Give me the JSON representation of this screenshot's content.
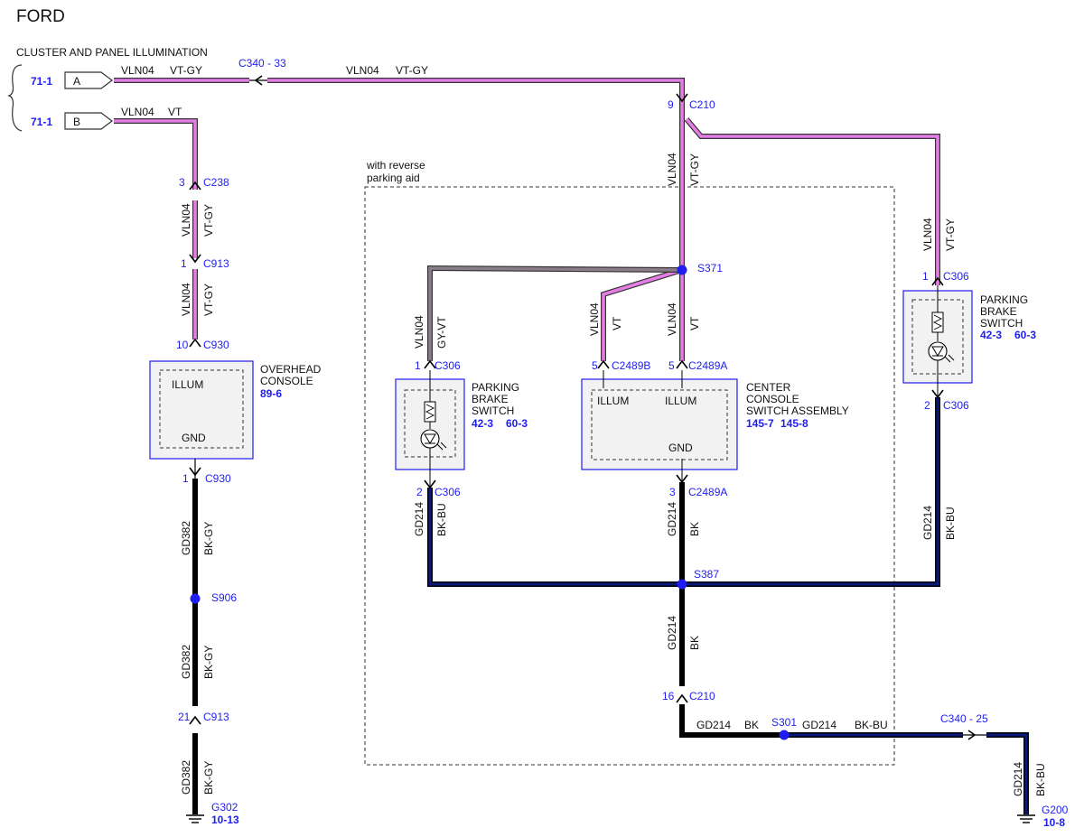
{
  "header": {
    "brand": "FORD",
    "section_title": "CLUSTER AND PANEL ILLUMINATION"
  },
  "colors": {
    "violet": "#e47ee4",
    "violet_gray": "#b487b4",
    "gray_violet": "#8a7c8a",
    "black": "#000000",
    "black_blue": "#0a1a7a",
    "ref_blue": "#1e1ef0",
    "box_border": "#1e1ef0",
    "box_fill": "#f2f2f2"
  },
  "references": {
    "ref_a": "71-1",
    "ref_b": "71-1",
    "overhead": "89-6",
    "pbs_left_a": "42-3",
    "pbs_left_b": "60-3",
    "ccsa_a": "145-7",
    "ccsa_b": "145-8",
    "pbs_right_a": "42-3",
    "pbs_right_b": "60-3",
    "g302": "10-13",
    "g200": "10-8"
  },
  "pins": {
    "c238": "3",
    "c913_top": "1",
    "c930_top": "10",
    "c930_bot": "1",
    "c913_bot": "21",
    "c210_top": "9",
    "c306_l_top": "1",
    "c306_l_bot": "2",
    "c2489b": "5",
    "c2489a_top": "5",
    "c2489a_bot": "3",
    "c306_r_top": "1",
    "c306_r_bot": "2",
    "c210_bot": "16"
  },
  "connectors": {
    "c340_33": "C340 - 33",
    "c340_25": "C340 - 25",
    "c210": "C210",
    "c238": "C238",
    "c913": "C913",
    "c930": "C930",
    "c306": "C306",
    "c2489b": "C2489B",
    "c2489a": "C2489A"
  },
  "splices": {
    "s371": "S371",
    "s387": "S387",
    "s906": "S906",
    "s301": "S301"
  },
  "grounds": {
    "g302": "G302",
    "g200": "G200"
  },
  "circuits": {
    "vln04": "VLN04",
    "gd214": "GD214",
    "gd382": "GD382"
  },
  "wire_colors": {
    "vt_gy": "VT-GY",
    "vt": "VT",
    "gy_vt": "GY-VT",
    "bk_gy": "BK-GY",
    "bk_bu": "BK-BU",
    "bk": "BK"
  },
  "plugs": {
    "a": "A",
    "b": "B"
  },
  "region": {
    "line1": "with reverse",
    "line2": "parking aid"
  },
  "components": {
    "overhead": {
      "line1": "OVERHEAD",
      "line2": "CONSOLE",
      "illum": "ILLUM",
      "gnd": "GND"
    },
    "pbs": {
      "line1": "PARKING",
      "line2": "BRAKE",
      "line3": "SWITCH"
    },
    "ccsa": {
      "line1": "CENTER",
      "line2": "CONSOLE",
      "line3": "SWITCH ASSEMBLY",
      "illum": "ILLUM",
      "gnd": "GND"
    }
  }
}
